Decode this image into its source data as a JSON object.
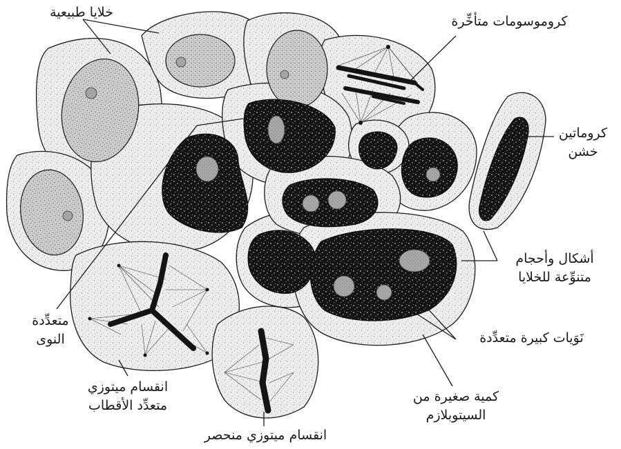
{
  "labels": {
    "normal_cells": "خلايا طبيعية",
    "lagging_chromosomes": "كروموسومات متأخِّرة",
    "coarse_chromatin": [
      "كروماتين",
      "خشن"
    ],
    "varied_shapes": [
      "أشكال وأحجام",
      "متنوِّعة للخلايا"
    ],
    "large_nucleoli": "نَوَيات كبيرة متعدِّدة",
    "small_cytoplasm": [
      "كمية صغيرة من",
      "السيتوبلازم"
    ],
    "restricted_mitosis": "انقسام ميتوزي منحصر",
    "multipolar_mitosis": [
      "انقسام ميتوزي",
      "متعدِّد الأقطاب"
    ],
    "multinucleated": [
      "متعدِّدة",
      "النوى"
    ]
  },
  "colors": {
    "ink": "#1a1a1a",
    "cytoplasm": "#ececec",
    "normal_nucleus": "#cfcfcf",
    "cancer_nucleus": "#151515",
    "nucleolus": "#a8a8a8"
  }
}
